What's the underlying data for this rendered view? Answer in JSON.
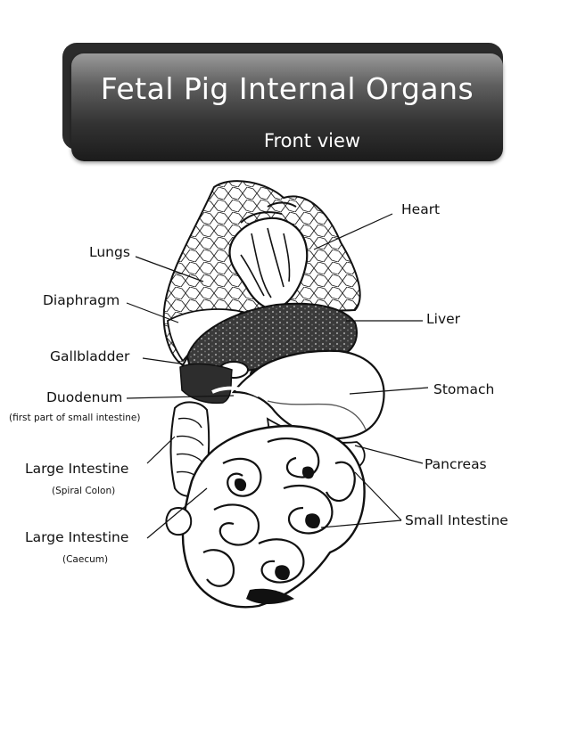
{
  "header": {
    "title": "Fetal Pig Internal Organs",
    "subtitle": "Front view"
  },
  "labels": {
    "heart": "Heart",
    "lungs": "Lungs",
    "diaphragm": "Diaphragm",
    "liver": "Liver",
    "gallbladder": "Gallbladder",
    "stomach": "Stomach",
    "duodenum": "Duodenum",
    "duodenum_note": "(first part of small intestine)",
    "pancreas": "Pancreas",
    "large_intestine_spiral": "Large Intestine",
    "spiral_note": "(Spiral Colon)",
    "small_intestine": "Small Intestine",
    "large_intestine_caecum": "Large Intestine",
    "caecum_note": "(Caecum)"
  }
}
